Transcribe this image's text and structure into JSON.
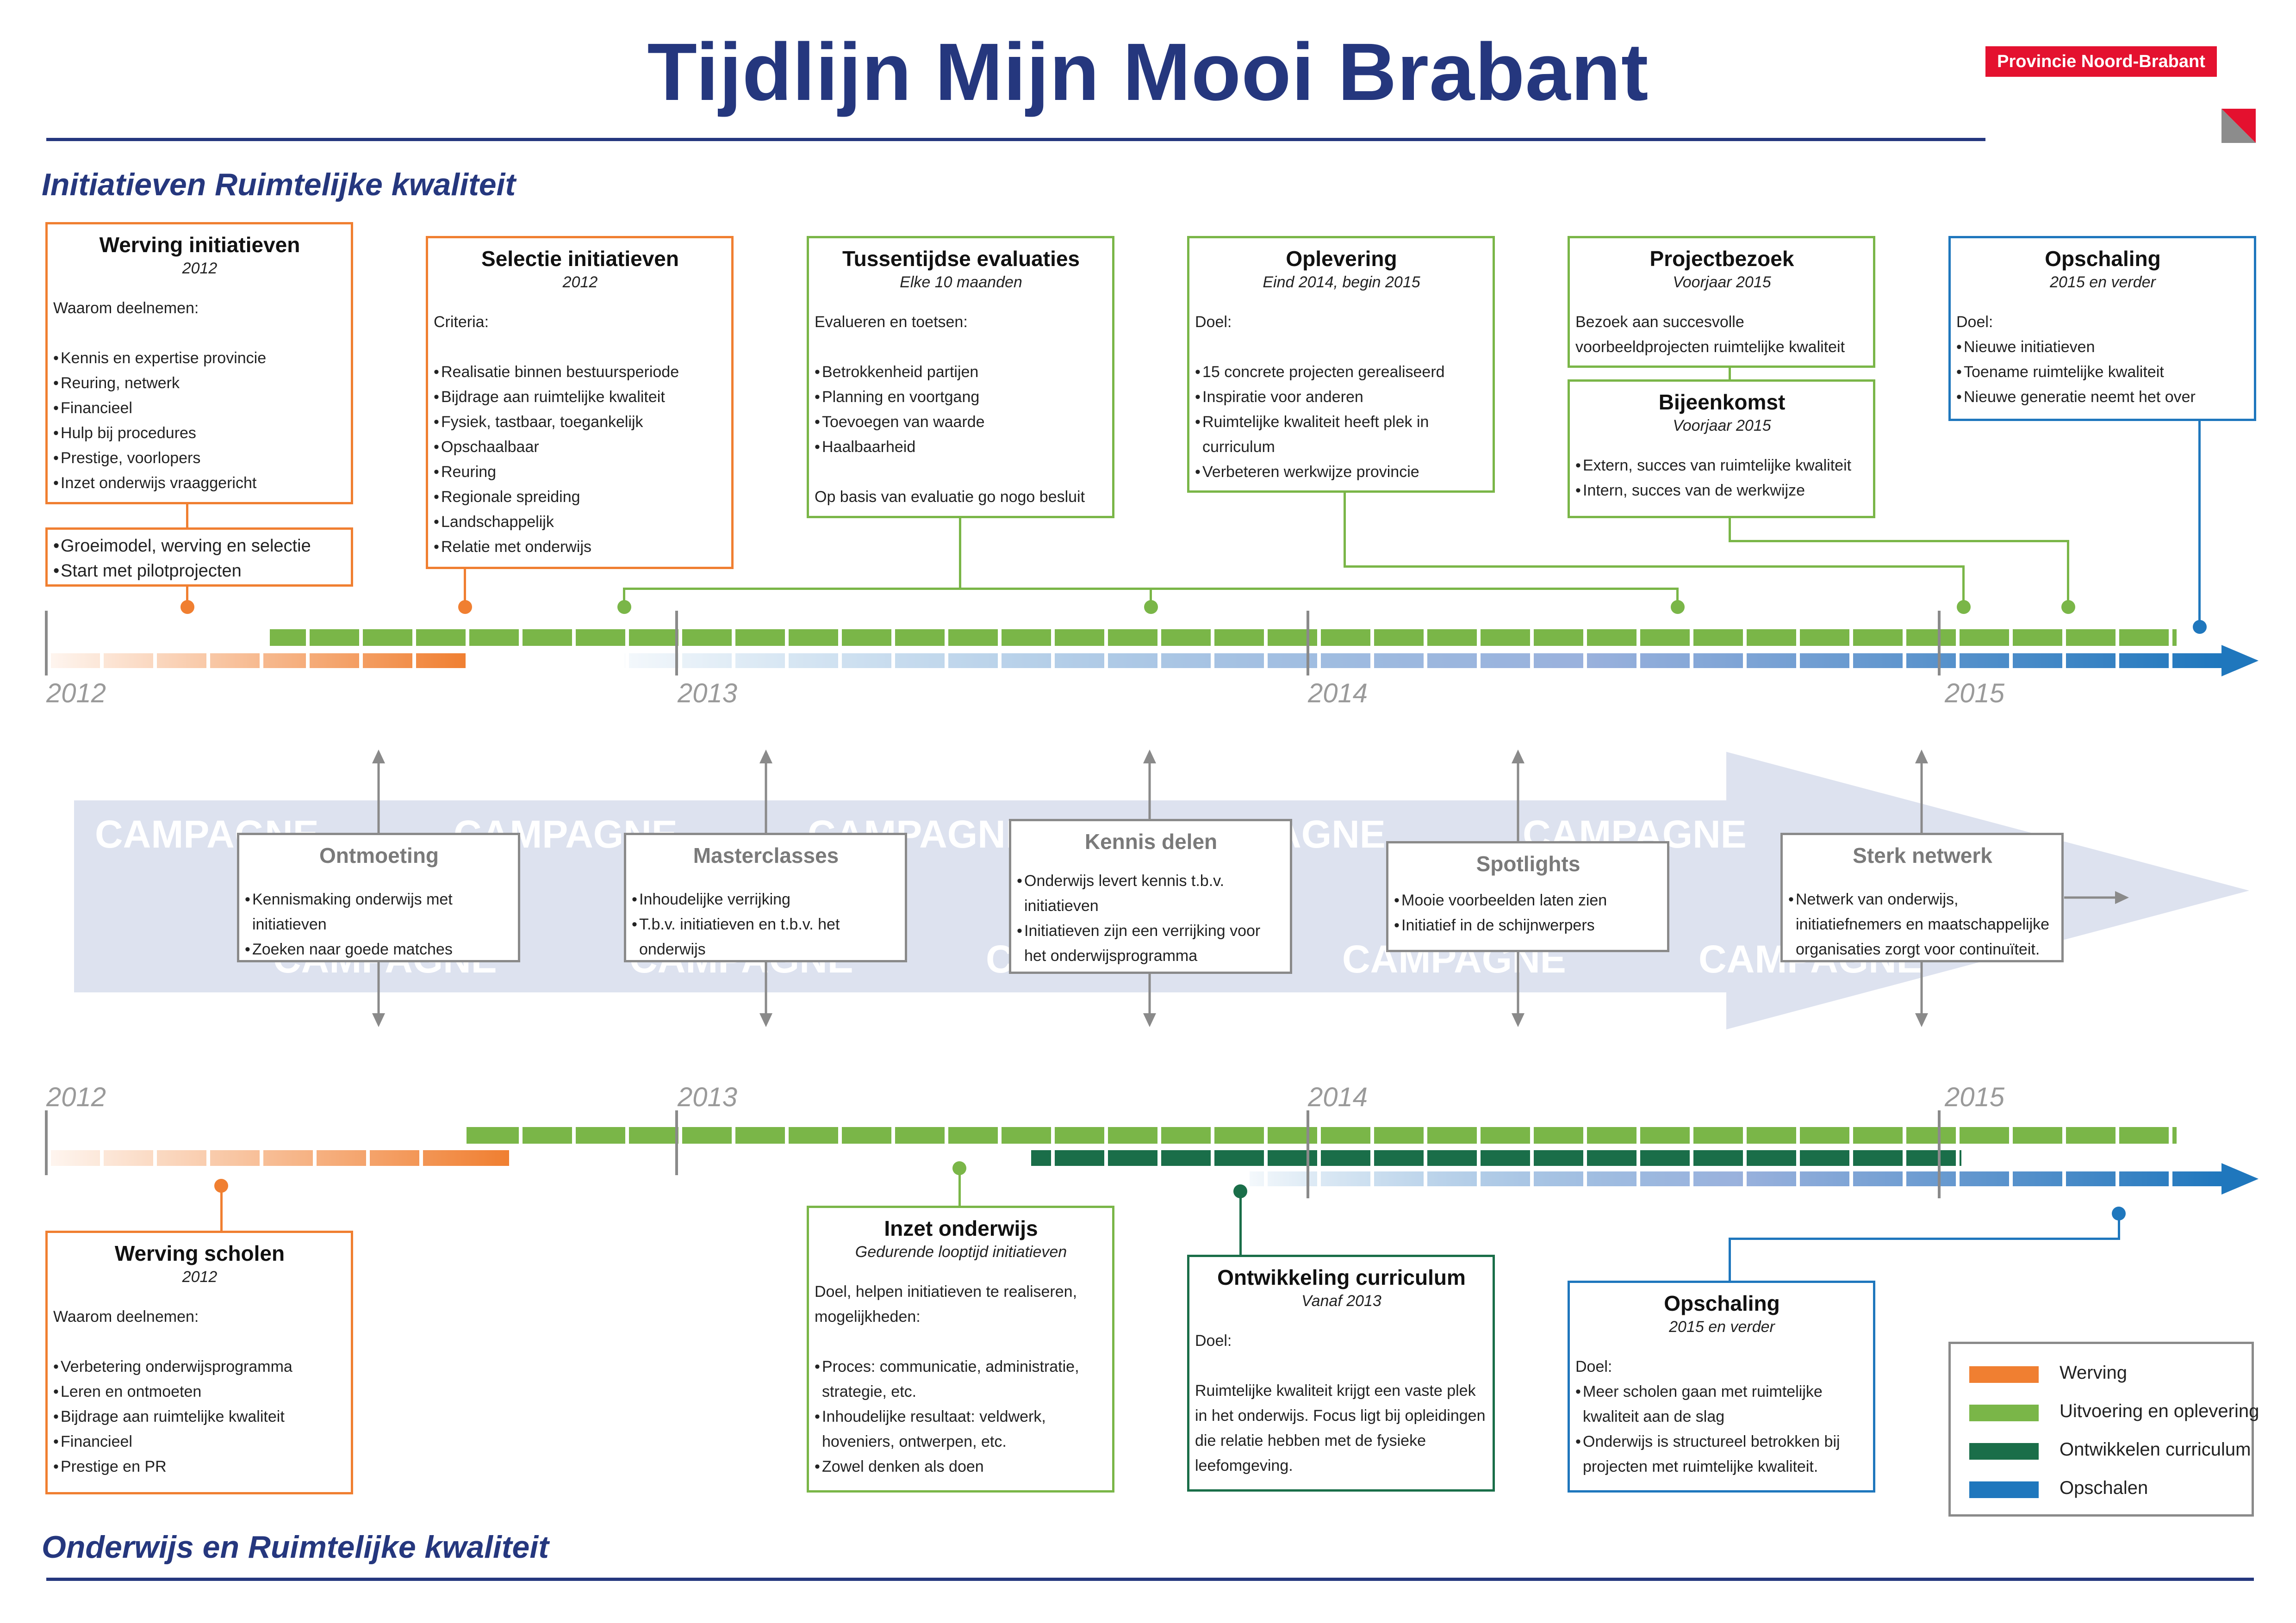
{
  "title": "Tijdlijn Mijn Mooi Brabant",
  "logo": {
    "text": "Provincie Noord-Brabant"
  },
  "colors": {
    "werving": "#f07f31",
    "uitvoering": "#7ab648",
    "curriculum": "#1a6e49",
    "opschalen": "#1f77bd",
    "title": "#25377e",
    "campaign": "#dde2ef"
  },
  "section_top": "Initiatieven Ruimtelijke kwaliteit",
  "section_bottom": "Onderwijs en Ruimtelijke kwaliteit",
  "years": [
    "2012",
    "2013",
    "2014",
    "2015"
  ],
  "top_boxes": [
    {
      "title": "Werving initiatieven",
      "sub": "2012",
      "intro": "Waarom deelnemen:",
      "items": [
        "Kennis en expertise provincie",
        "Reuring, netwerk",
        "Financieel",
        "Hulp bij procedures",
        "Prestige, voorlopers",
        "Inzet onderwijs vraaggericht"
      ]
    },
    {
      "title": "Selectie initiatieven",
      "sub": "2012",
      "intro": "Criteria:",
      "items": [
        "Realisatie binnen bestuursperiode",
        "Bijdrage aan ruimtelijke kwaliteit",
        "Fysiek, tastbaar, toegankelijk",
        "Opschaalbaar",
        "Reuring",
        "Regionale spreiding",
        "Landschappelijk",
        "Relatie met onderwijs"
      ]
    },
    {
      "title": "Tussentijdse evaluaties",
      "sub": "Elke 10 maanden",
      "intro": "Evalueren en toetsen:",
      "items": [
        "Betrokkenheid partijen",
        "Planning en voortgang",
        "Toevoegen van waarde",
        "Haalbaarheid"
      ],
      "outro": "Op basis van evaluatie go nogo besluit"
    },
    {
      "title": "Oplevering",
      "sub": "Eind 2014, begin 2015",
      "intro": "Doel:",
      "items": [
        "15 concrete projecten gerealiseerd",
        "Inspiratie voor anderen",
        "Ruimtelijke kwaliteit heeft plek in curriculum",
        "Verbeteren werkwijze provincie"
      ]
    },
    {
      "title": "Projectbezoek",
      "sub": "Voorjaar 2015",
      "text": "Bezoek aan succesvolle voorbeeldprojecten ruimtelijke kwaliteit"
    },
    {
      "title": "Bijeenkomst",
      "sub": "Voorjaar 2015",
      "items": [
        "Extern, succes van ruimtelijke kwaliteit",
        "Intern, succes van de werkwijze"
      ]
    },
    {
      "title": "Opschaling",
      "sub": "2015 en verder",
      "intro": "Doel:",
      "items": [
        "Nieuwe initiatieven",
        "Toename ruimtelijke kwaliteit",
        "Nieuwe generatie neemt het over"
      ]
    }
  ],
  "groei": {
    "items": [
      "Groeimodel, werving en selectie",
      "Start met pilotprojecten"
    ]
  },
  "campaign": {
    "label": "CAMPAGNE",
    "boxes": [
      {
        "title": "Ontmoeting",
        "items": [
          "Kennismaking onderwijs met initiatieven",
          "Zoeken naar goede matches"
        ]
      },
      {
        "title": "Masterclasses",
        "items": [
          "Inhoudelijke verrijking",
          "T.b.v. initiatieven en t.b.v. het onderwijs"
        ]
      },
      {
        "title": "Kennis delen",
        "items": [
          "Onderwijs levert kennis t.b.v. initiatieven",
          "Initiatieven zijn een verrijking voor het onderwijsprogramma"
        ]
      },
      {
        "title": "Spotlights",
        "items": [
          "Mooie voorbeelden laten zien",
          "Initiatief in de schijnwerpers"
        ]
      },
      {
        "title": "Sterk netwerk",
        "items": [
          "Netwerk van onderwijs, initiatiefnemers en maatschappelijke organisaties zorgt voor continuïteit."
        ]
      }
    ]
  },
  "bottom_boxes": [
    {
      "title": "Werving scholen",
      "sub": "2012",
      "intro": "Waarom deelnemen:",
      "items": [
        "Verbetering onderwijsprogramma",
        "Leren en ontmoeten",
        "Bijdrage aan ruimtelijke kwaliteit",
        "Financieel",
        "Prestige en PR"
      ]
    },
    {
      "title": "Inzet onderwijs",
      "sub": "Gedurende looptijd initiatieven",
      "intro": "Doel, helpen initiatieven te realiseren, mogelijkheden:",
      "items": [
        "Proces: communicatie, administratie, strategie, etc.",
        "Inhoudelijke resultaat: veldwerk, hoveniers, ontwerpen, etc.",
        "Zowel denken als doen"
      ]
    },
    {
      "title": "Ontwikkeling curriculum",
      "sub": "Vanaf 2013",
      "intro": "Doel:",
      "text": "Ruimtelijke kwaliteit krijgt een vaste plek in het onderwijs. Focus ligt bij opleidingen die relatie hebben met de fysieke leefomgeving."
    },
    {
      "title": "Opschaling",
      "sub": "2015 en verder",
      "intro": "Doel:",
      "items": [
        "Meer scholen gaan met ruimtelijke kwaliteit aan de slag",
        "Onderwijs is structureel betrokken bij projecten met ruimtelijke kwaliteit."
      ]
    }
  ],
  "legend": [
    {
      "label": "Werving",
      "color": "#f07f31"
    },
    {
      "label": "Uitvoering en oplevering",
      "color": "#7ab648"
    },
    {
      "label": "Ontwikkelen curriculum",
      "color": "#1a6e49"
    },
    {
      "label": "Opschalen",
      "color": "#1f77bd"
    }
  ]
}
